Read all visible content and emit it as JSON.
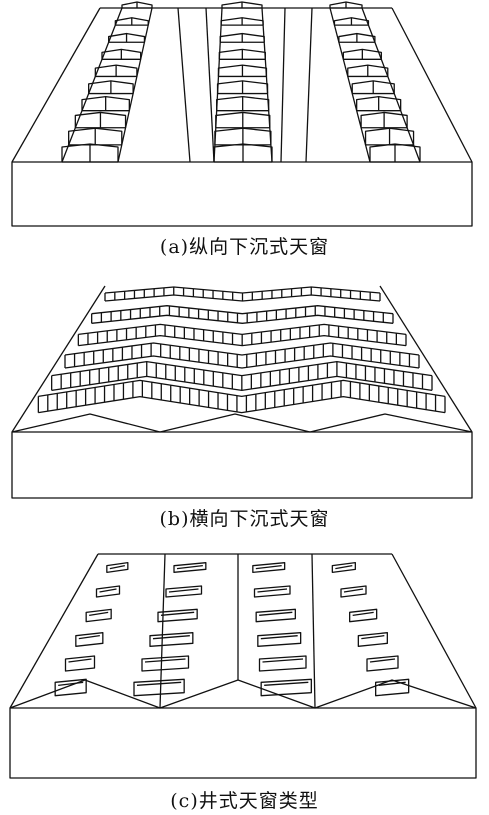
{
  "figure": {
    "panels": [
      {
        "id": "a",
        "caption": "(a)纵向下沉式天窗"
      },
      {
        "id": "b",
        "caption": "(b)横向下沉式天窗"
      },
      {
        "id": "c",
        "caption": "(c)井式天窗类型"
      }
    ]
  },
  "colors": {
    "line": "#111111",
    "background": "#ffffff"
  }
}
